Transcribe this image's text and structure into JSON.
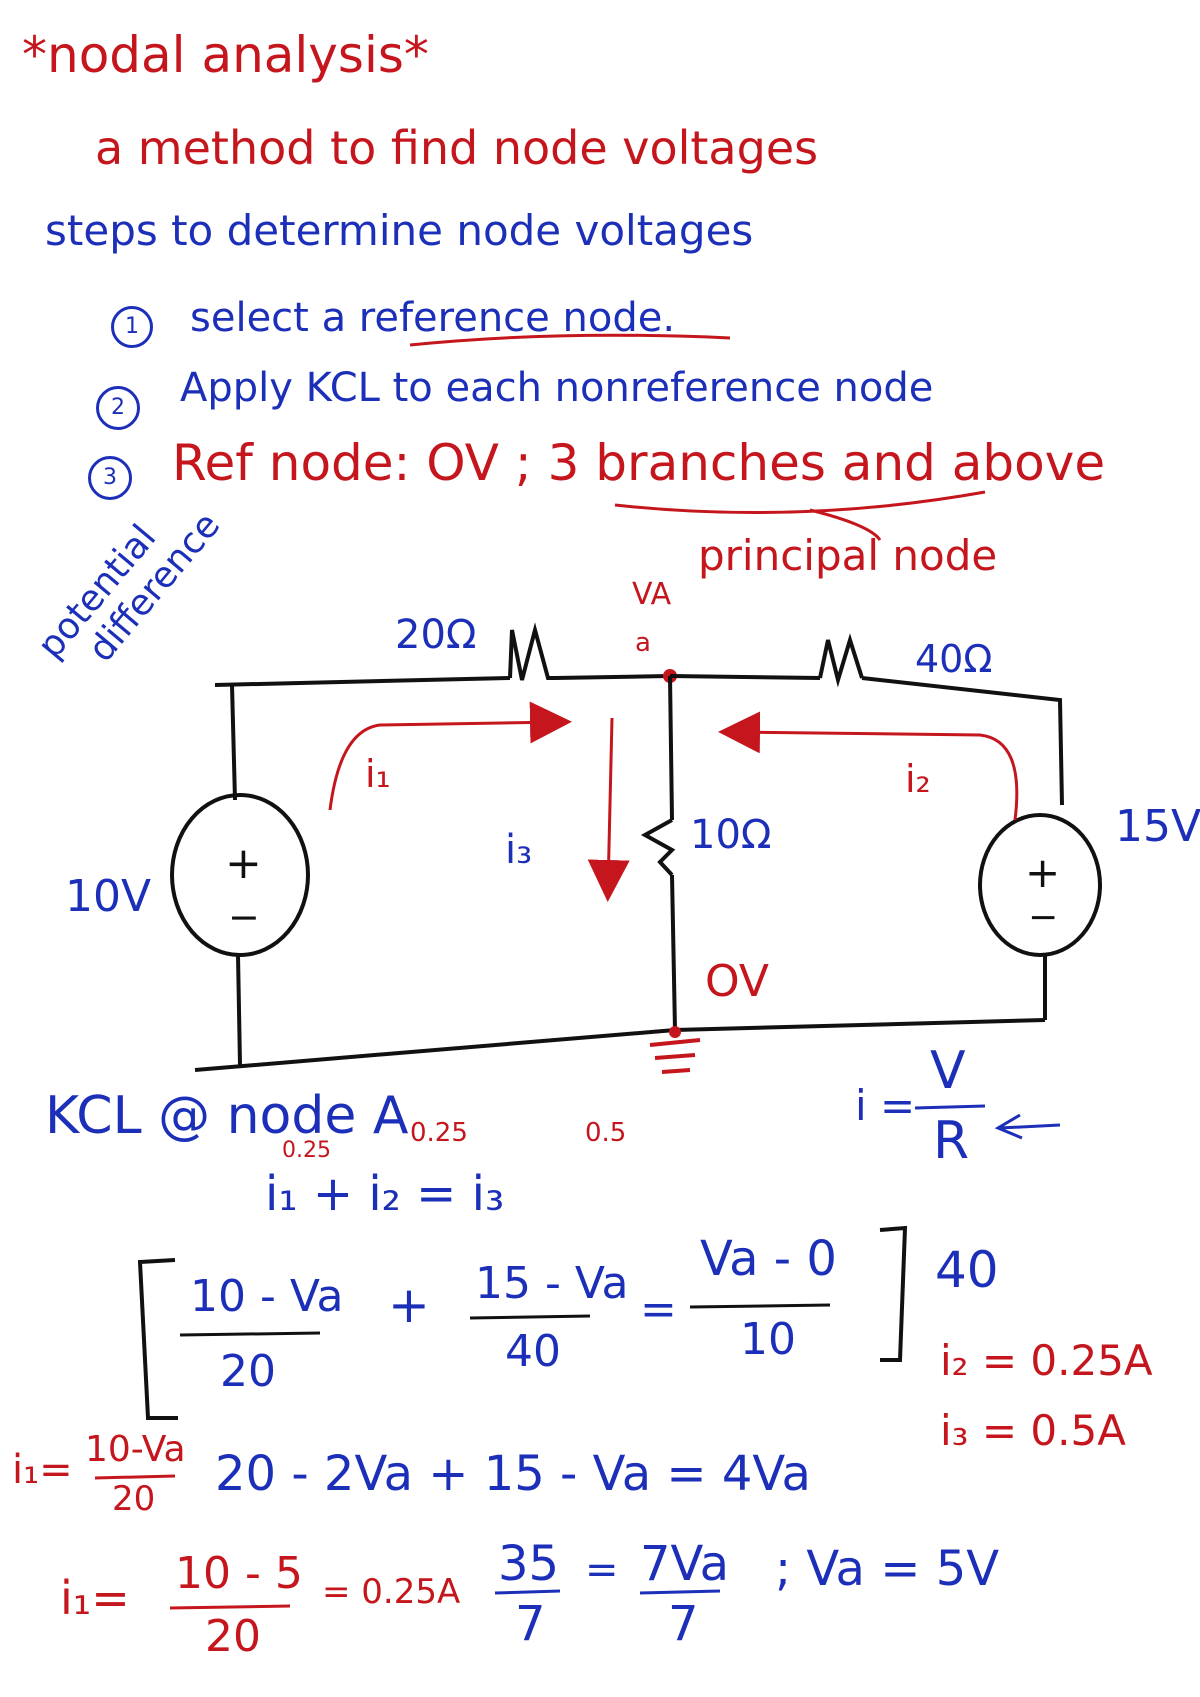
{
  "colors": {
    "red": "#c4161c",
    "blue": "#1c2fb8",
    "black": "#111111"
  },
  "notes": {
    "title": "*nodal analysis*",
    "definition": "a method to find node voltages",
    "steps_heading": "steps to determine node voltages",
    "steps": [
      {
        "num": "1",
        "text": "select a reference node."
      },
      {
        "num": "2",
        "text": "Apply KCL to each nonreference node"
      },
      {
        "num": "3",
        "text": "Ref node: OV ; 3 branches and above"
      }
    ],
    "principal_node": "principal node",
    "potential_difference": [
      "potential",
      "difference"
    ]
  },
  "circuit": {
    "r1": "20Ω",
    "r2": "40Ω",
    "r3": "10Ω",
    "source_left": "10V",
    "source_right": "15V",
    "node_voltage": "VA",
    "node_name": "a",
    "ground_label": "OV",
    "i1": "i₁",
    "i2": "i₂",
    "i3": "i₃",
    "plus": "+",
    "minus": "−"
  },
  "work": {
    "kcl": "KCL @ node A",
    "kcl_eq": "i₁ + i₂ = i₃",
    "ann_i1": "0.25",
    "ann_i2": "0.25",
    "ann_i3": "0.5",
    "ohm_lhs": "i =",
    "ohm_num": "V",
    "ohm_den": "R",
    "frac1_num": "10 - Va",
    "frac1_den": "20",
    "plus_sign": "+",
    "frac2_num": "15 - Va",
    "frac2_den": "40",
    "equals": "=",
    "frac3_num": "Va - 0",
    "frac3_den": "10",
    "multiplier": "40",
    "i1_expr_lhs": "i₁=",
    "i1_expr_num": "10-Va",
    "i1_expr_den": "20",
    "line2": "20 - 2Va + 15 - Va = 4Va",
    "frac4_num": "35",
    "frac4_den": "7",
    "equals2": "=",
    "frac5_num": "7Va",
    "frac5_den": "7",
    "result": "; Va = 5V",
    "i1_result_lhs": "i₁=",
    "i1_result_num": "10 - 5",
    "i1_result_den": "20",
    "i1_result_value": "= 0.25A",
    "i2_result": "i₂ = 0.25A",
    "i3_result": "i₃ = 0.5A"
  }
}
